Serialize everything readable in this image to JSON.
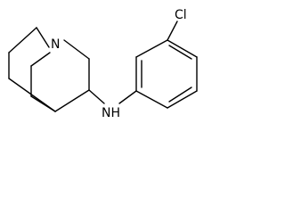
{
  "molecule": {
    "atoms": {
      "bridgehead_n": "N",
      "amine_n": "NH",
      "chlorine": "Cl"
    }
  },
  "colors": {
    "bond": "#000000",
    "label": "#000000",
    "background": "#ffffff"
  }
}
